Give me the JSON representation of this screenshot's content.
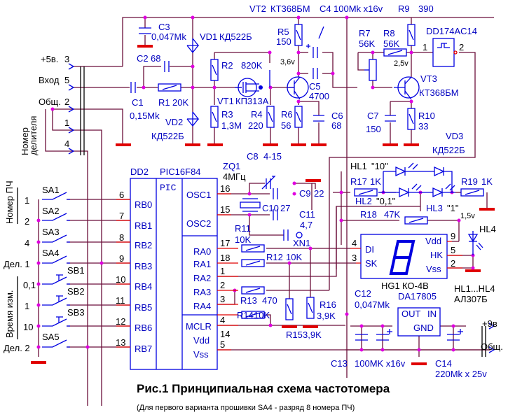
{
  "title": "Рис.1 Принципиальная схема частотомера",
  "subtitle": "(Для первого варианта прошивки  SA4 - разряд 8 номера ПЧ)",
  "connector_in": {
    "pins": [
      {
        "label": "+5в.",
        "num": "3"
      },
      {
        "label": "Вход",
        "num": "5"
      },
      {
        "label": "Общ.",
        "num": "2"
      },
      {
        "label": "",
        "num": "1"
      },
      {
        "label": "",
        "num": "4"
      }
    ],
    "group_label_1": "Номер",
    "group_label_2": "делителя"
  },
  "components": {
    "C3": {
      "ref": "C3",
      "value": "0,047Mk"
    },
    "C2": {
      "ref": "C2",
      "value": "68"
    },
    "C1": {
      "ref": "C1",
      "value": "0,15Mk"
    },
    "R1": {
      "ref": "R1",
      "value": "20K"
    },
    "VD1": {
      "ref": "VD1",
      "value": "КД522Б"
    },
    "VD2": {
      "ref": "VD2",
      "value": "КД522Б"
    },
    "R2": {
      "ref": "R2",
      "value": "820K"
    },
    "R3": {
      "ref": "R3",
      "value": "1,3M"
    },
    "VT1": {
      "ref": "VT1",
      "value": "КП313А"
    },
    "R4": {
      "ref": "R4",
      "value": "220"
    },
    "VT2": {
      "ref": "VT2",
      "value": "КТ368БМ"
    },
    "R5": {
      "ref": "R5",
      "value": "150"
    },
    "R6": {
      "ref": "R6",
      "value": "56"
    },
    "C4": {
      "ref": "C4",
      "value": "100Mk x16v"
    },
    "C5": {
      "ref": "C5",
      "value": "4700"
    },
    "C6": {
      "ref": "C6",
      "value": "68"
    },
    "R7": {
      "ref": "R7",
      "value": "56K"
    },
    "R8": {
      "ref": "R8",
      "value": "56K"
    },
    "R9": {
      "ref": "R9",
      "value": "390"
    },
    "VT3": {
      "ref": "VT3",
      "value": "КТ368БМ"
    },
    "C7": {
      "ref": "C7",
      "value": "150"
    },
    "R10": {
      "ref": "R10",
      "value": "33"
    },
    "DD1": {
      "ref": "DD1",
      "value": "74AC14",
      "pin_in": "1",
      "pin_out": "2"
    },
    "VD3": {
      "ref": "VD3",
      "value": "КД522Б"
    },
    "DD2": {
      "ref": "DD2",
      "value": "PIC16F84",
      "core": "PIC"
    },
    "ZQ1": {
      "ref": "ZQ1",
      "value": "4МГц"
    },
    "C8": {
      "ref": "C8",
      "value": "4-15"
    },
    "C9": {
      "ref": "C9",
      "value": "22"
    },
    "C10": {
      "ref": "C10",
      "value": "27"
    },
    "C11": {
      "ref": "C11",
      "value": "4,7"
    },
    "R11": {
      "ref": "R11",
      "value": "10K"
    },
    "XN1": {
      "ref": "XN1"
    },
    "R12": {
      "ref": "R12",
      "value": "10K"
    },
    "R13": {
      "ref": "R13",
      "value": "470"
    },
    "R14": {
      "ref": "R14",
      "value": "10K"
    },
    "R15": {
      "ref": "R15",
      "value": "3,9K"
    },
    "R16": {
      "ref": "R16",
      "value": "3,9K"
    },
    "R17": {
      "ref": "R17",
      "value": "1K"
    },
    "R18": {
      "ref": "R18",
      "value": "47K"
    },
    "R19": {
      "ref": "R19",
      "value": "1K"
    },
    "HL1": {
      "ref": "HL1",
      "value": "\"10\""
    },
    "HL2": {
      "ref": "HL2",
      "value": "\"0,1\""
    },
    "HL3": {
      "ref": "HL3",
      "value": "\"1\""
    },
    "HL4": {
      "ref": "HL4"
    },
    "HG1": {
      "ref": "HG1",
      "value": "КО-4В",
      "pins": [
        "DI",
        "SK",
        "Vdd",
        "HK",
        "Vss"
      ]
    },
    "DA1": {
      "ref": "DA1",
      "value": "7805",
      "pins": [
        "OUT",
        "IN",
        "GND"
      ]
    },
    "C12": {
      "ref": "C12",
      "value": "0,047Mk"
    },
    "C13": {
      "ref": "C13",
      "value": "100MK x16v"
    },
    "C14": {
      "ref": "C14",
      "value": "220Mk x 25v"
    },
    "LEDs_note": {
      "line1": "HL1...HL4",
      "line2": "АЛ307Б"
    }
  },
  "voltages": {
    "vt2_collector": "3,6v",
    "vt3_collector": "2,5v",
    "hl4": "1,5v"
  },
  "pic": {
    "left_pins": [
      {
        "name": "RB0",
        "num": "6"
      },
      {
        "name": "RB1",
        "num": "7"
      },
      {
        "name": "RB2",
        "num": "8"
      },
      {
        "name": "RB3",
        "num": "9"
      },
      {
        "name": "RB4",
        "num": "10"
      },
      {
        "name": "RB5",
        "num": "11"
      },
      {
        "name": "RB6",
        "num": "12"
      },
      {
        "name": "RB7",
        "num": "13"
      }
    ],
    "right_pins": [
      {
        "name": "OSC1",
        "num": "16"
      },
      {
        "name": "OSC2",
        "num": "15"
      },
      {
        "name": "RA0",
        "num": "17"
      },
      {
        "name": "RA1",
        "num": "18"
      },
      {
        "name": "RA2",
        "num": "1"
      },
      {
        "name": "RA3",
        "num": "2"
      },
      {
        "name": "RA4",
        "num": "3"
      },
      {
        "name": "MCLR",
        "num": "4"
      },
      {
        "name": "Vdd",
        "num": "14"
      },
      {
        "name": "Vss",
        "num": "5"
      }
    ]
  },
  "hg1_pins": {
    "DI": "4",
    "SK": "3",
    "Vdd": "9",
    "HK": "5",
    "Vss": "2"
  },
  "switches": [
    {
      "ref": "SA1",
      "label": "1"
    },
    {
      "ref": "SA2",
      "label": "2"
    },
    {
      "ref": "SA3",
      "label": "4"
    },
    {
      "ref": "SA4",
      "label": "Дел. 1"
    },
    {
      "ref": "SB1",
      "label": "0,1"
    },
    {
      "ref": "SB2",
      "label": "1"
    },
    {
      "ref": "SB3",
      "label": "10"
    },
    {
      "ref": "SA5",
      "label": "Дел. 2"
    }
  ],
  "group_labels": {
    "pch_number": "Номер ПЧ",
    "meas_time": "Время изм."
  },
  "power_out": {
    "plus": "+9в",
    "common": "Общ."
  }
}
